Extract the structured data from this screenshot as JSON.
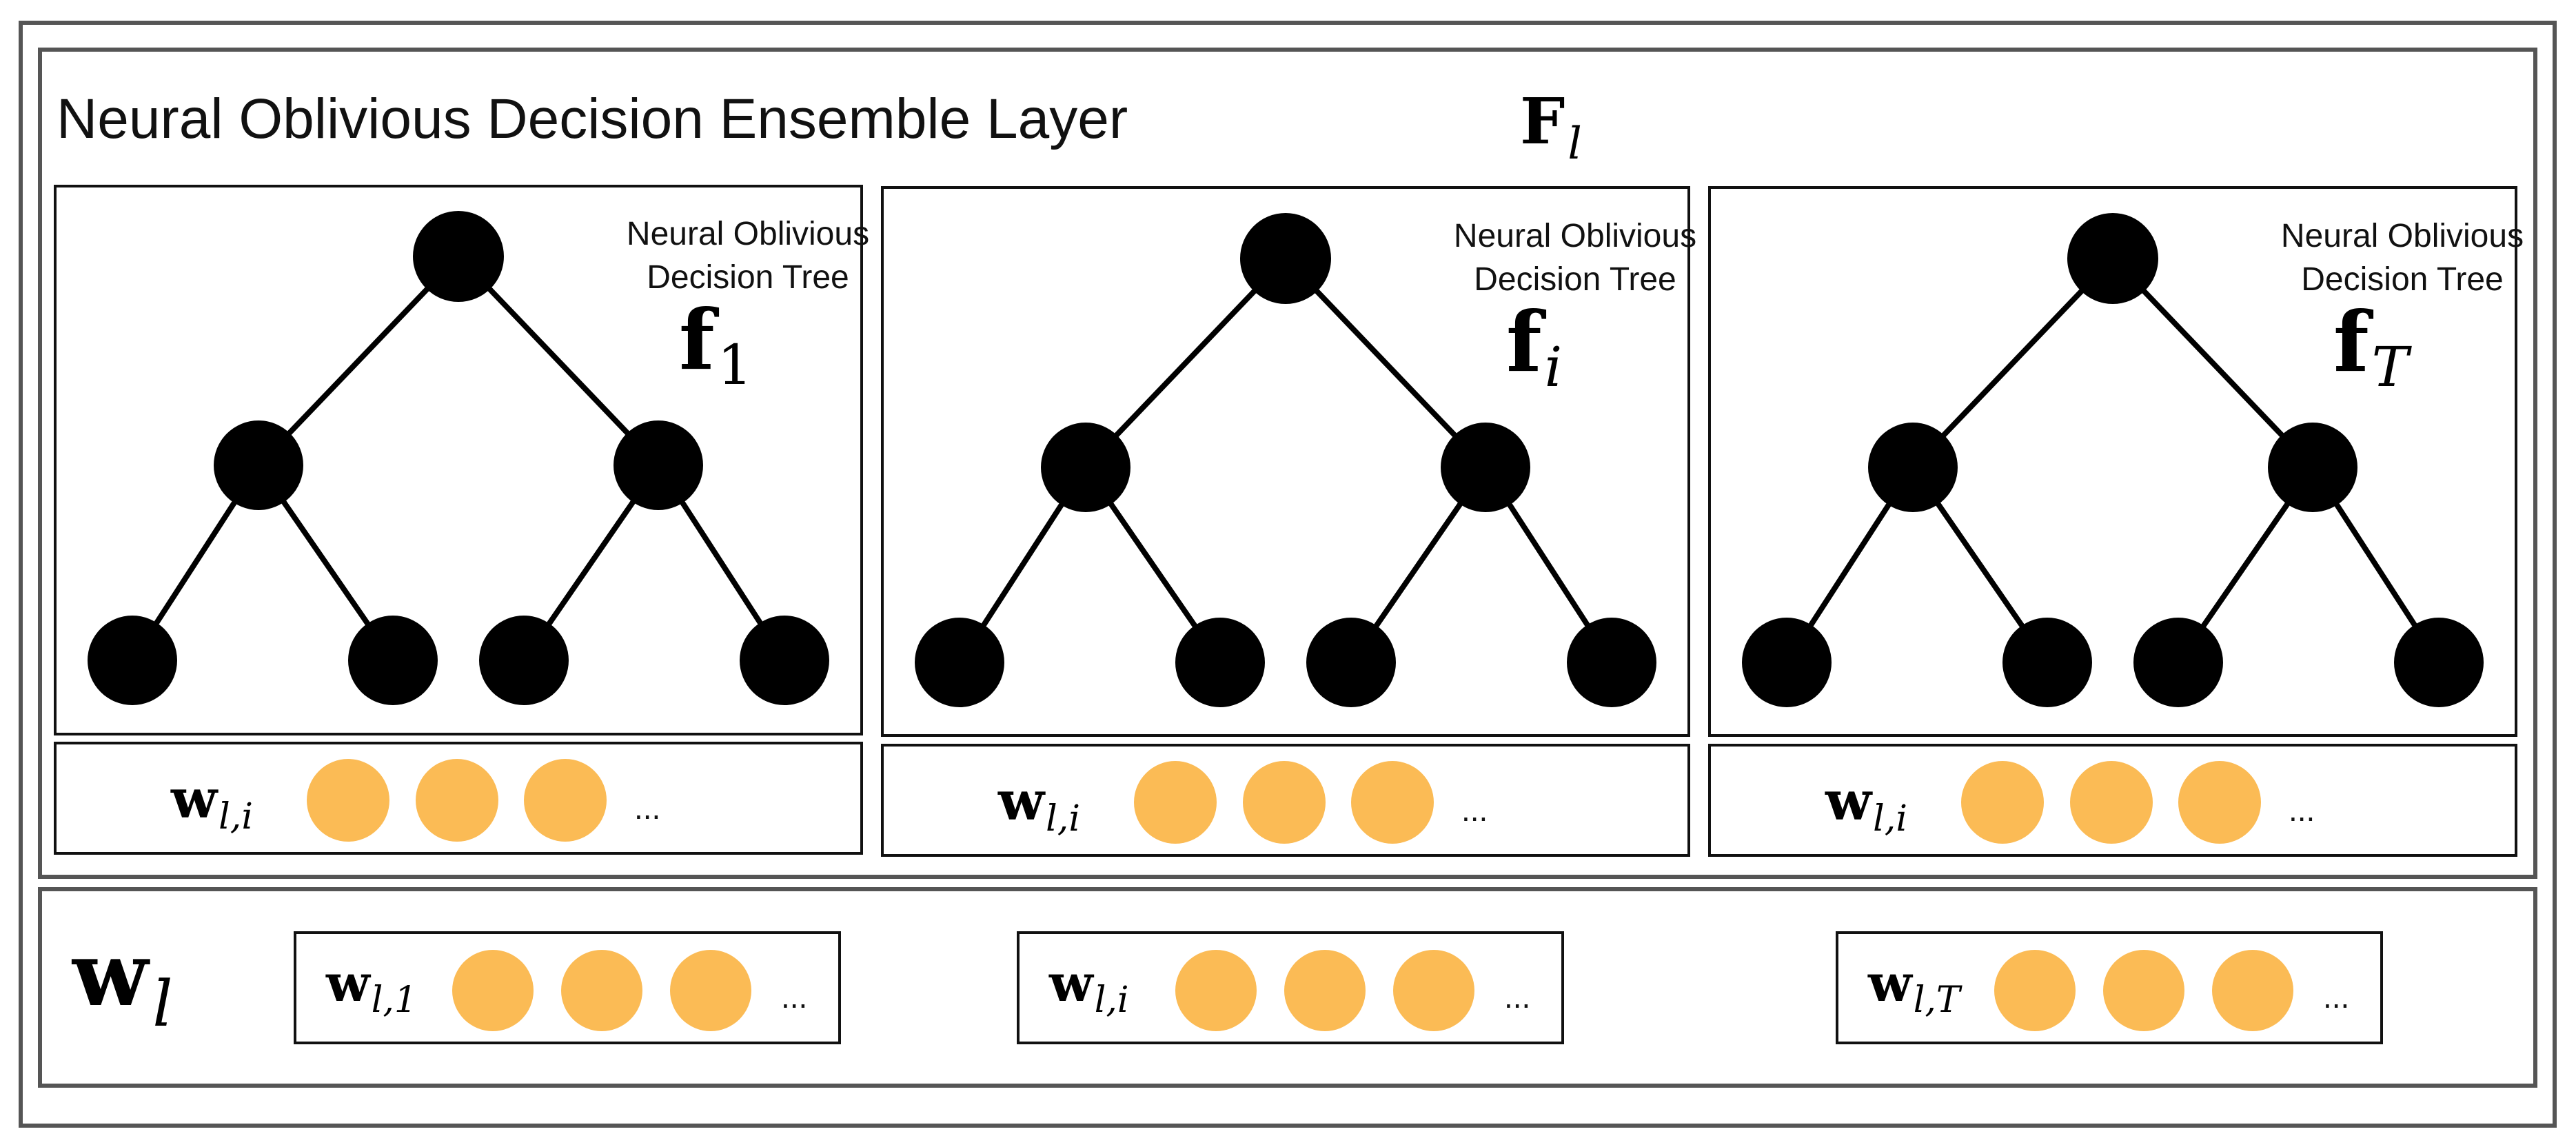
{
  "ensemble": {
    "title": "Neural Oblivious Decision Ensemble Layer",
    "symbol_base": "F",
    "symbol_sub": "l"
  },
  "trees": [
    {
      "label_line1": "Neural Oblivious",
      "label_line2": "Decision Tree",
      "symbol_base": "f",
      "symbol_sub": "1",
      "weight_base": "w",
      "weight_sub": "l,i",
      "ellipsis": "..."
    },
    {
      "label_line1": "Neural Oblivious",
      "label_line2": "Decision Tree",
      "symbol_base": "f",
      "symbol_sub": "i",
      "weight_base": "w",
      "weight_sub": "l,i",
      "ellipsis": "..."
    },
    {
      "label_line1": "Neural Oblivious",
      "label_line2": "Decision Tree",
      "symbol_base": "f",
      "symbol_sub": "T",
      "weight_base": "w",
      "weight_sub": "l,i",
      "ellipsis": "..."
    }
  ],
  "weights_layer": {
    "symbol_base": "w",
    "symbol_sub": "l",
    "groups": [
      {
        "base": "w",
        "sub": "l,1",
        "ellipsis": "..."
      },
      {
        "base": "w",
        "sub": "l,i",
        "ellipsis": "..."
      },
      {
        "base": "w",
        "sub": "l,T",
        "ellipsis": "..."
      }
    ]
  },
  "colors": {
    "frame": "#555555",
    "box": "#111111",
    "node": "#000000",
    "weight_dot": "#fbbb55"
  }
}
